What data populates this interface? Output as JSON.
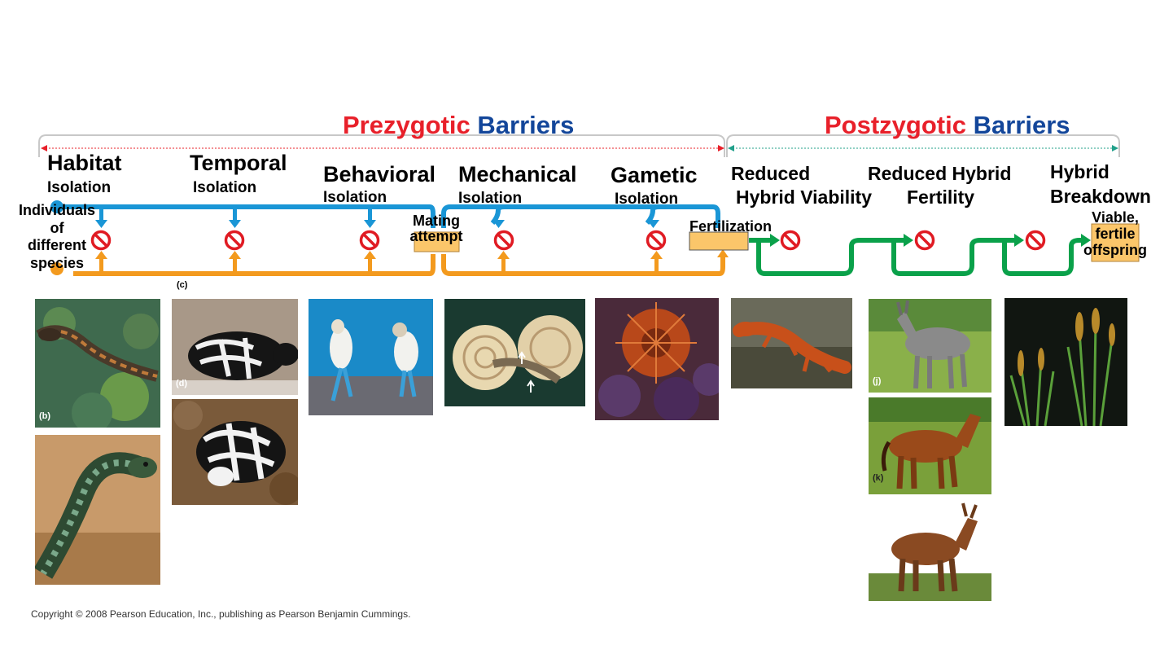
{
  "headers": {
    "prezygotic": {
      "word1": "Prezygotic",
      "word2": "Barriers"
    },
    "postzygotic": {
      "word1": "Postzygotic",
      "word2": "Barriers"
    }
  },
  "barriers": {
    "habitat": {
      "title": "Habitat",
      "sub": "Isolation"
    },
    "temporal": {
      "title": "Temporal",
      "sub": "Isolation"
    },
    "behavioral": {
      "title": "Behavioral",
      "sub": "Isolation"
    },
    "mechanical": {
      "title": "Mechanical",
      "sub": "Isolation"
    },
    "gametic": {
      "title": "Gametic",
      "sub": "Isolation"
    },
    "reduced_viability": {
      "line1": "Reduced",
      "line2": "Hybrid Viability"
    },
    "reduced_fertility": {
      "line1": "Reduced Hybrid",
      "line2": "Fertility"
    },
    "hybrid_breakdown": {
      "line1": "Hybrid",
      "line2": "Breakdown"
    }
  },
  "flow": {
    "start_label": [
      "Individuals",
      "of",
      "different",
      "species"
    ],
    "mating_attempt": [
      "Mating",
      "attempt"
    ],
    "fertilization": "Fertilization",
    "end_label": [
      "Viable,",
      "fertile",
      "offspring"
    ]
  },
  "photos": {
    "b": "(b)",
    "c": "(c)",
    "d": "(d)",
    "j": "(j)",
    "k": "(k)"
  },
  "colors": {
    "prezygotic_red": "#e8202a",
    "barriers_blue": "#13469a",
    "blue_path": "#1a96d6",
    "orange_path": "#f39a1e",
    "green_path": "#0aa14a",
    "box_fill": "#fbc66a",
    "block_icon": "#e01b23"
  },
  "copyright": "Copyright © 2008 Pearson Education, Inc., publishing as Pearson Benjamin Cummings."
}
